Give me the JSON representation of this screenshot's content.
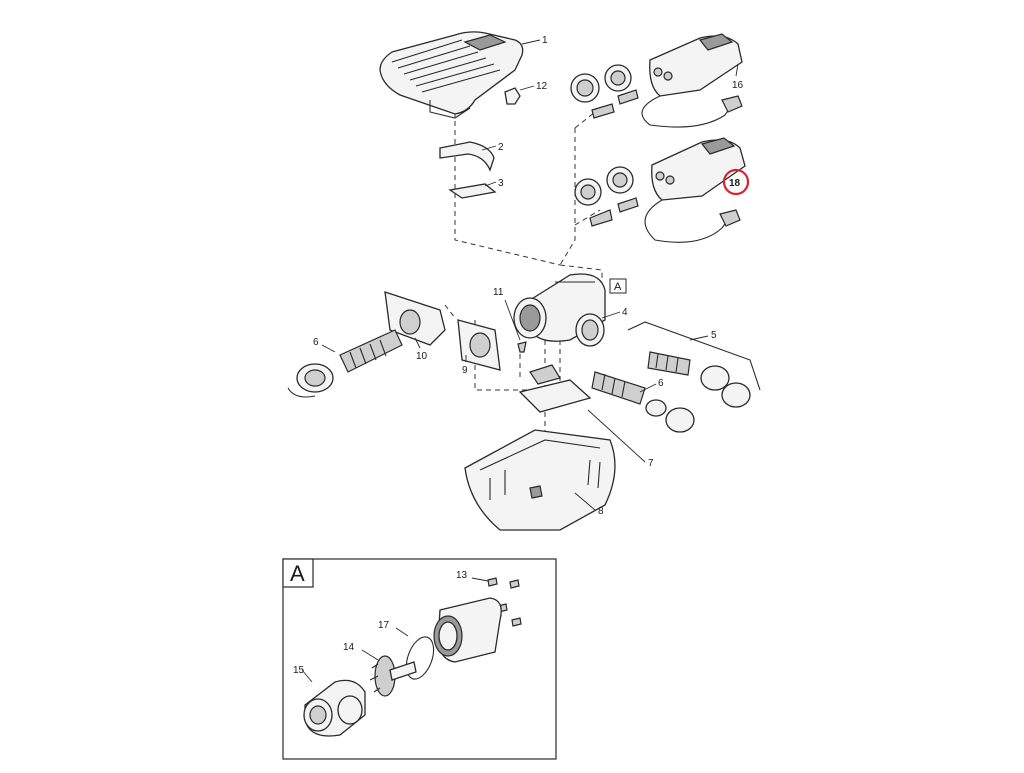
{
  "callouts": {
    "c1": "1",
    "c2": "2",
    "c3": "3",
    "c4": "4",
    "c5": "5",
    "c6a": "6",
    "c6b": "6",
    "c7": "7",
    "c8": "8",
    "c9": "9",
    "c10": "10",
    "c11": "11",
    "c12": "12",
    "c13": "13",
    "c14": "14",
    "c15": "15",
    "c16": "16",
    "c17": "17",
    "c18": "18"
  },
  "detail": {
    "ref_label": "A",
    "box_label": "A"
  },
  "highlight": {
    "callout": "18",
    "color": "#d9232e"
  }
}
